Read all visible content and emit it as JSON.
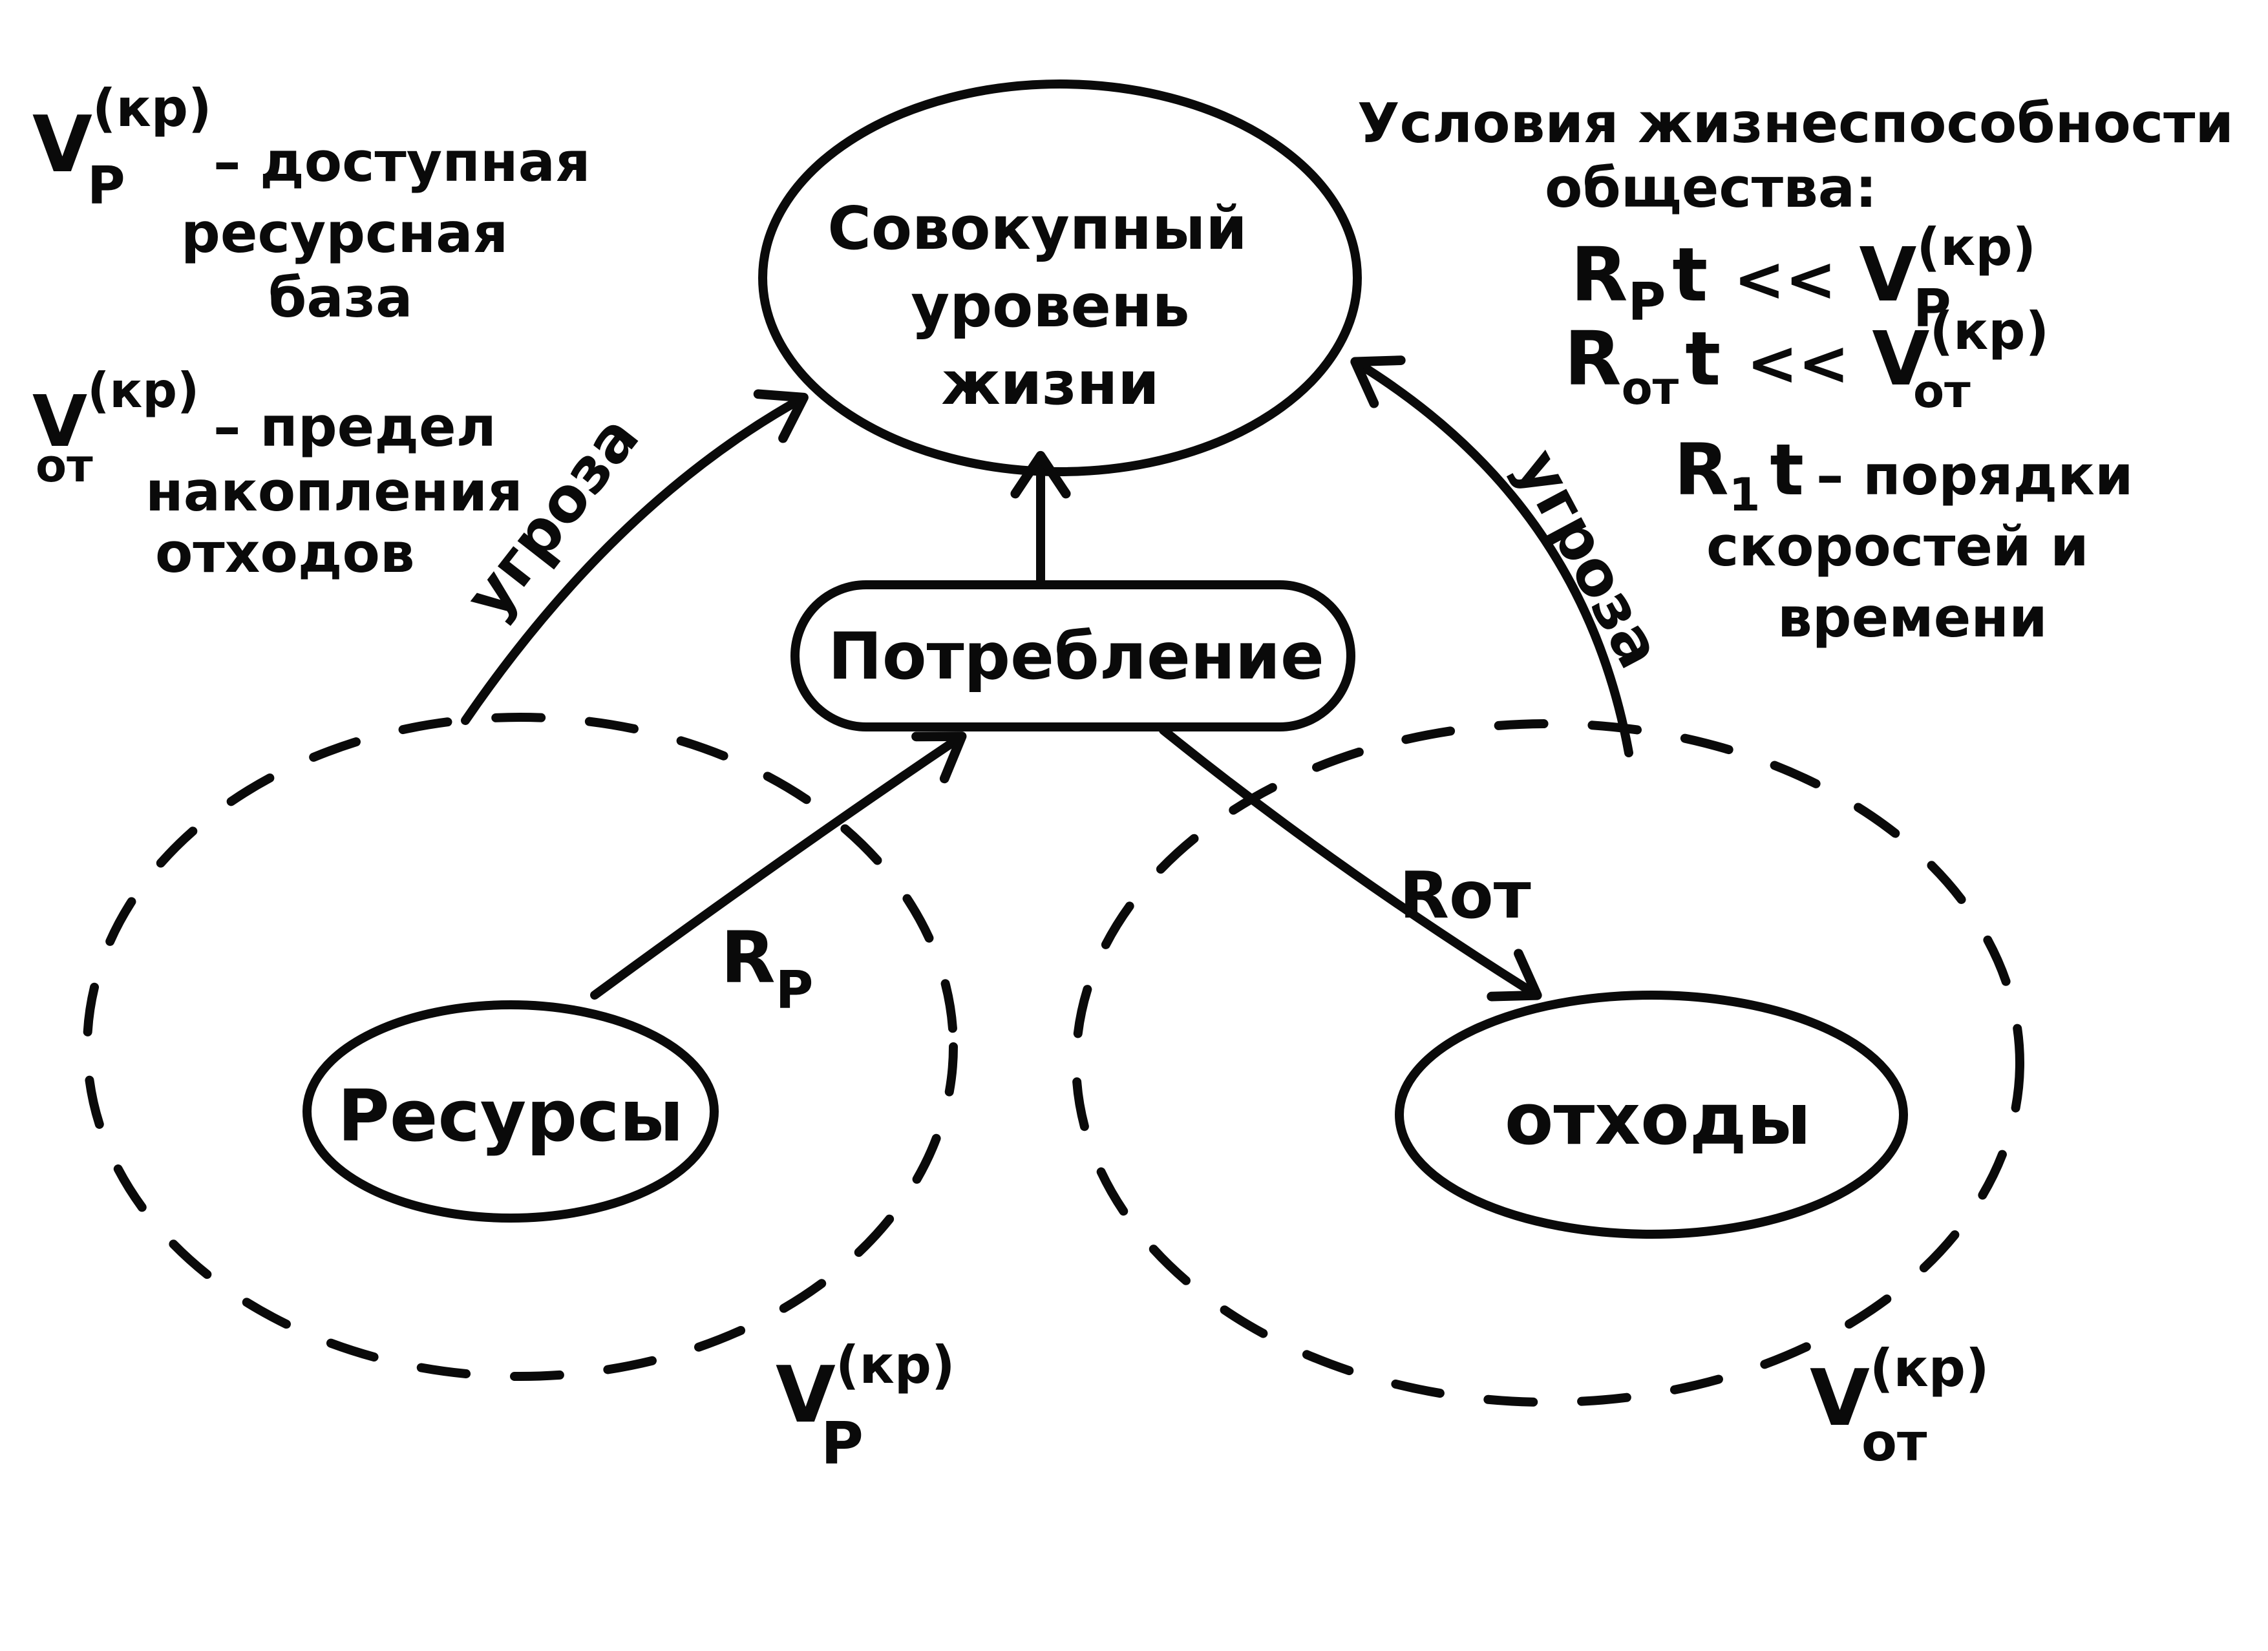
{
  "nodes": {
    "quality": {
      "lines": [
        "Совокупный",
        "уровень",
        "жизни"
      ]
    },
    "consumption": {
      "label": "Потребление"
    },
    "resources": {
      "label": "Ресурсы"
    },
    "waste": {
      "label": "отходы"
    }
  },
  "edges": {
    "threat_left": "угроза",
    "threat_right": "угроза",
    "rate_resources": {
      "main": "R",
      "sub": "P"
    },
    "rate_waste": "Rот"
  },
  "regions": {
    "resource_base": {
      "main": "V",
      "sub": "P",
      "sup": "(кр)"
    },
    "waste_limit": {
      "main": "V",
      "sub": "от",
      "sup": "(кр)"
    }
  },
  "legend": {
    "resource_base": {
      "symbol": {
        "main": "V",
        "sub": "P",
        "sup": "(кр)"
      },
      "lines": [
        "– доступная",
        "ресурсная",
        "база"
      ]
    },
    "waste_limit": {
      "symbol": {
        "main": "V",
        "sub": "от",
        "sup": "(кр)"
      },
      "lines": [
        "– предел",
        "накопления",
        "отходов"
      ]
    }
  },
  "conditions": {
    "title_lines": [
      "Условия жизнеспособности",
      "общества:"
    ],
    "eq1": {
      "left_main": "R",
      "left_sub": "P",
      "var": "t",
      "op": "<<",
      "right_main": "V",
      "right_sub": "P",
      "right_sup": "(кр)"
    },
    "eq2": {
      "left_main": "R",
      "left_sub": "от",
      "var": "t",
      "op": "<<",
      "right_main": "V",
      "right_sub": "от",
      "right_sup": "(кр)"
    },
    "note": {
      "symbol": "R",
      "sub": "1",
      "var": "t",
      "lines": [
        "– порядки",
        "скоростей и",
        "времени"
      ]
    }
  }
}
